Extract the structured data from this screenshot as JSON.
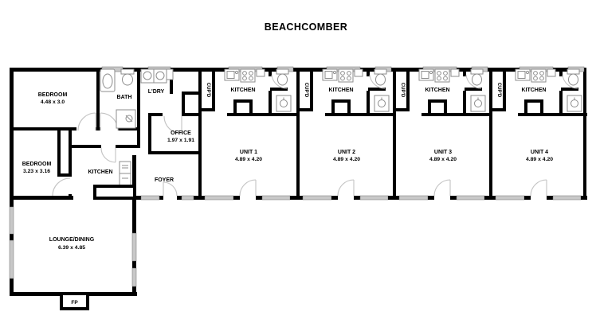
{
  "title": "BEACHCOMBER",
  "rooms": {
    "bedroom1": {
      "name": "BEDROOM",
      "dims": "4.48 x 3.0"
    },
    "bedroom2": {
      "name": "BEDROOM",
      "dims": "3.23 x 3.16"
    },
    "bath": {
      "name": "BATH"
    },
    "laundry": {
      "name": "L'DRY"
    },
    "office": {
      "name": "OFFICE",
      "dims": "1.97 x 1.91"
    },
    "kitchen": {
      "name": "KITCHEN"
    },
    "foyer": {
      "name": "FOYER"
    },
    "lounge": {
      "name": "LOUNGE/DINING",
      "dims": "6.39 x 4.85"
    },
    "fireplace": {
      "name": "FP"
    }
  },
  "units": [
    {
      "name": "UNIT 1",
      "dims": "4.89 x 4.20",
      "kitchen_label": "KITCHEN",
      "cupboard_label": "CUP'D"
    },
    {
      "name": "UNIT 2",
      "dims": "4.89 x 4.20",
      "kitchen_label": "KITCHEN",
      "cupboard_label": "CUP'D"
    },
    {
      "name": "UNIT 3",
      "dims": "4.89 x 4.20",
      "kitchen_label": "KITCHEN",
      "cupboard_label": "CUP'D"
    },
    {
      "name": "UNIT 4",
      "dims": "4.89 x 4.20",
      "kitchen_label": "KITCHEN",
      "cupboard_label": "CUP'D"
    }
  ],
  "colors": {
    "wall": "#000000",
    "window": "#c8c8c8",
    "door_arc": "#c3c3c3",
    "fixture": "#8d8d8d",
    "background": "#ffffff"
  }
}
